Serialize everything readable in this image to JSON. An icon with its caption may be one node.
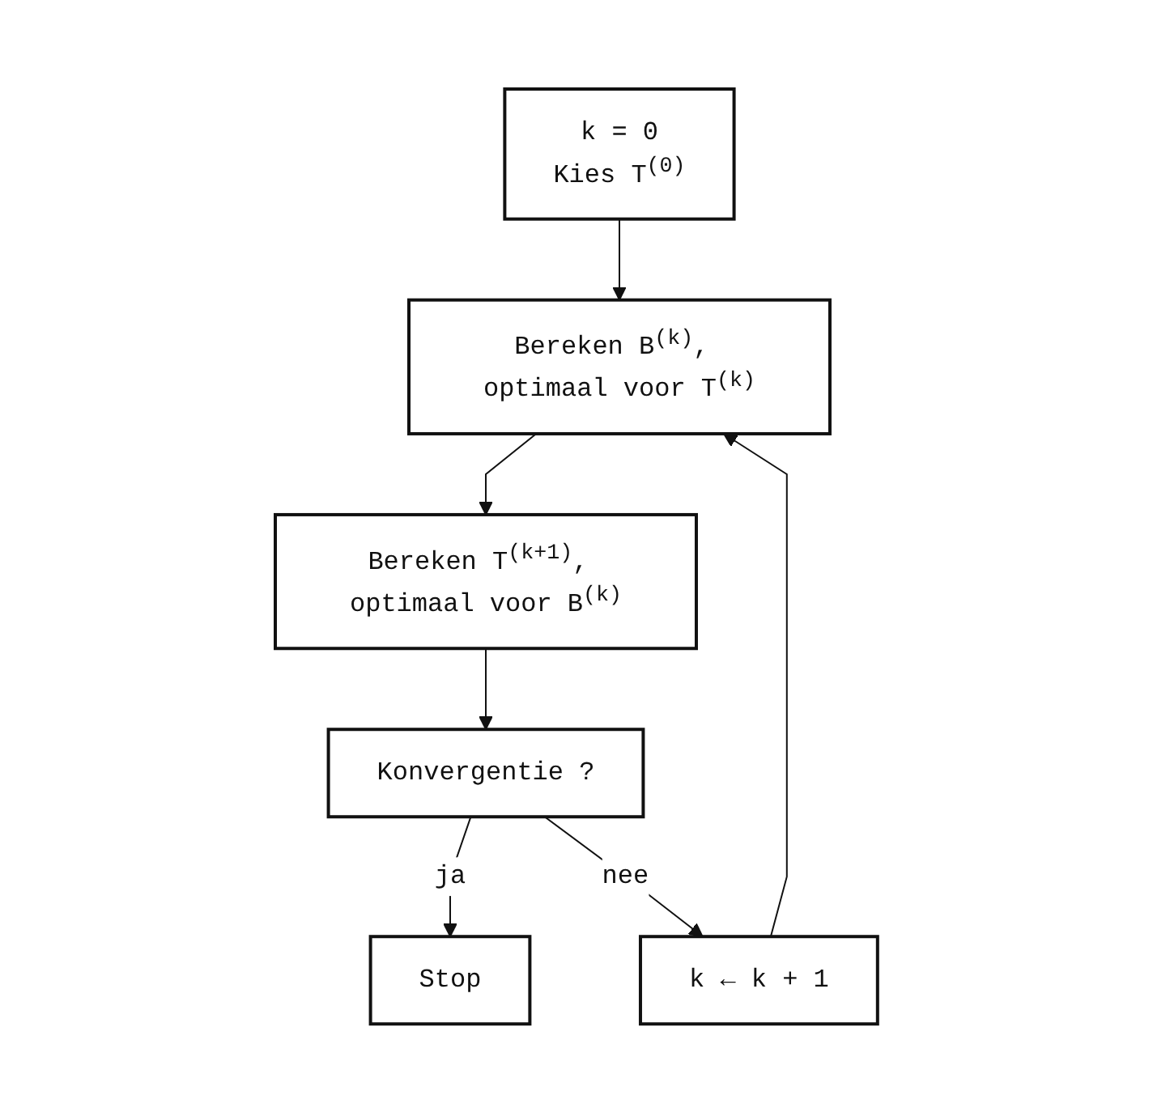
{
  "diagram": {
    "nodes": [
      {
        "text": [
          "k = 0",
          "Kies T$^{(0)}$"
        ]
      },
      {
        "text": [
          "Bereken B$^{(k)}$, optimaal voor T$^{(k)}$"
        ]
      },
      {
        "text": [
          "Bereken T$^{(k+1)}$, optimaal voor B$^{(k)}$"
        ]
      },
      {
        "text": [
          "Konvergentie ?"
        ]
      },
      {
        "text": [
          "Stop"
        ]
      },
      {
        "text": [
          "k ← k + 1"
        ]
      }
    ],
    "edges": [
      {
        "from": 0,
        "to": 1,
        "arrow": "to"
      },
      {
        "from": 1,
        "to": 2,
        "arrow": "to"
      },
      {
        "from": 2,
        "to": 3,
        "arrow": "to"
      },
      {
        "from": 3,
        "to": 4,
        "arrow": "to",
        "label": "ja"
      },
      {
        "from": 3,
        "to": 5,
        "arrow": "to",
        "label": "nee"
      },
      {
        "from": 5,
        "to": 1,
        "arrow": "to"
      }
    ]
  }
}
